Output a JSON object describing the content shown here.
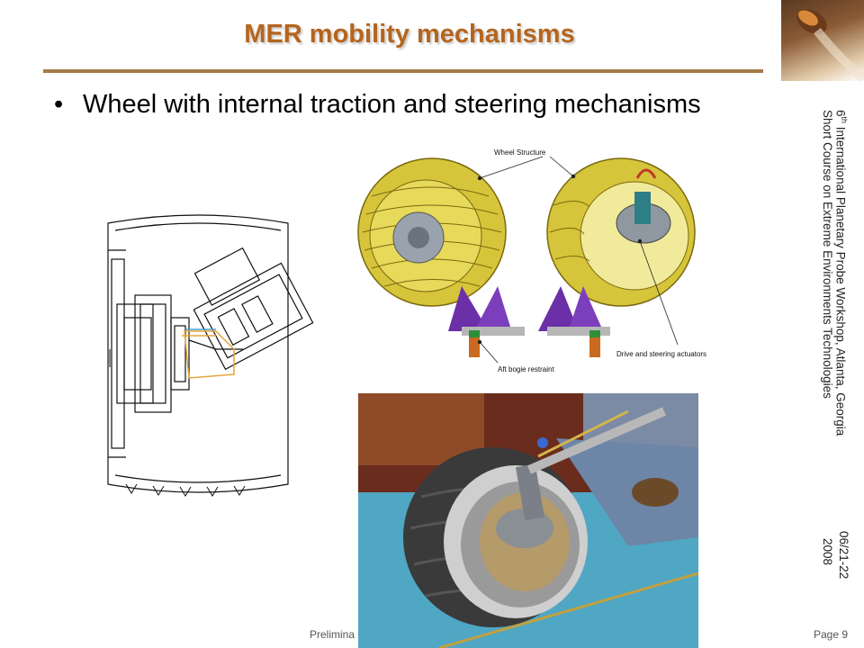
{
  "slide": {
    "title": "MER mobility mechanisms",
    "bullet_symbol": "•",
    "bullet": "Wheel with internal traction and steering mechanisms"
  },
  "sidebar": {
    "line1_pre": "6",
    "line1_sup": "th",
    "line1_post": " International Planetary Probe Workshop, Atlanta, Georgia",
    "line2": "Short Course on Extreme Environments Technologies",
    "date1": "06/21-22",
    "date2": "2008"
  },
  "figure_cad": {
    "label_structure": "Wheel Structure",
    "label_actuators": "Drive and steering actuators",
    "label_restraint": "Aft bogie restraint"
  },
  "footer": {
    "left": "Prelimina",
    "right": "Page 9"
  },
  "colors": {
    "title": "#b5651d",
    "rule": "#a57a4a",
    "wheel_yellow": "#d6c43a",
    "actuator_purple": "#6b2fa8",
    "floor_blue": "#4fa7c4"
  }
}
